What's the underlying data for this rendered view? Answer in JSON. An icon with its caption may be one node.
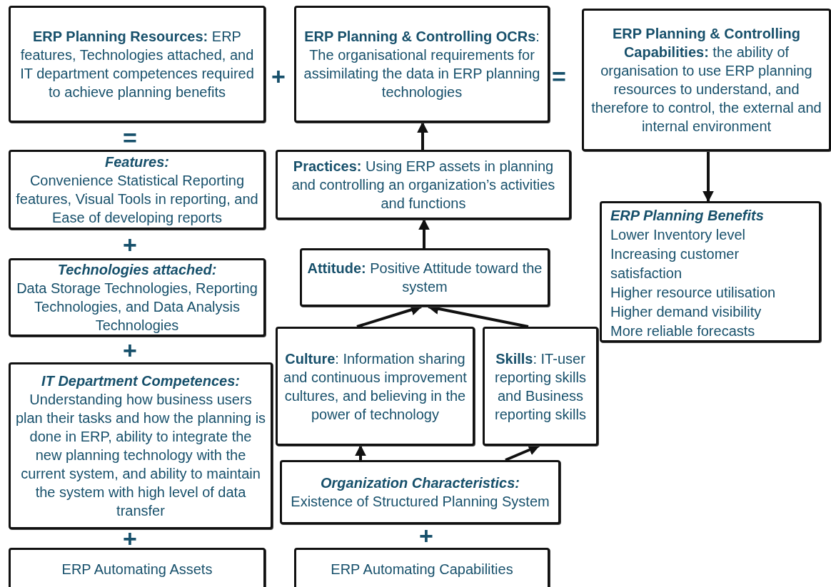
{
  "diagram": {
    "nodes": [
      {
        "text": [
          "**ERP Planning Resources:** ERP features, Technologies attached, and IT department competences required to achieve planning benefits"
        ]
      },
      {
        "text": [
          "**ERP Planning & Controlling OCRs**: The organisational requirements for assimilating the data in ERP planning technologies"
        ]
      },
      {
        "text": [
          "**ERP Planning & Controlling Capabilities:** the ability of organisation to use ERP planning resources to understand, and therefore to control, the external and internal environment"
        ]
      },
      {
        "text": [
          "Features:",
          "Convenience Statistical Reporting features, Visual Tools in reporting, and Ease of developing reports"
        ]
      },
      {
        "text": [
          "**Practices:** Using ERP assets in planning and controlling an organization’s activities and functions"
        ]
      },
      {
        "text": [
          "ERP Planning Benefits",
          "Lower Inventory level",
          "Increasing customer satisfaction",
          "Higher resource utilisation",
          "Higher demand visibility",
          "More reliable forecasts"
        ]
      },
      {
        "text": [
          "Technologies attached:",
          "Data Storage Technologies, Reporting Technologies, and Data Analysis Technologies"
        ]
      },
      {
        "text": [
          "**Attitude:** Positive Attitude toward the system"
        ]
      },
      {
        "text": [
          "**Culture**: Information sharing and continuous improvement cultures, and believing in the power of technology"
        ]
      },
      {
        "text": [
          "**Skills**: IT-user reporting skills and Business reporting skills"
        ]
      },
      {
        "text": [
          "IT Department Competences:",
          "Understanding how business users plan their tasks and how the planning is done in ERP, ability to integrate the new planning technology with the current system, and ability to maintain the system with high level of data transfer"
        ]
      },
      {
        "text": [
          "Organization Characteristics:",
          "Existence of Structured Planning System"
        ]
      },
      {
        "text": [
          "ERP Automating Assets"
        ]
      },
      {
        "text": [
          "ERP Automating Capabilities"
        ]
      }
    ],
    "edges": [
      {
        "from": 4,
        "to": 1,
        "arrow": "to"
      },
      {
        "from": 2,
        "to": 5,
        "arrow": "to"
      },
      {
        "from": 7,
        "to": 4,
        "arrow": "to"
      },
      {
        "from": 8,
        "to": 7,
        "arrow": "to"
      },
      {
        "from": 9,
        "to": 7,
        "arrow": "to"
      },
      {
        "from": 11,
        "to": 8,
        "arrow": "to"
      },
      {
        "from": 11,
        "to": 9,
        "arrow": "to"
      }
    ],
    "labels": [
      "+",
      "=",
      "=",
      "+",
      "+",
      "+",
      "+"
    ]
  }
}
